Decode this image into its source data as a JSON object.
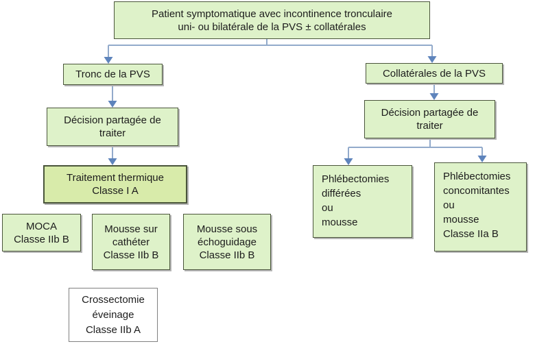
{
  "figure": {
    "kind": "clinical-decision-flowchart",
    "language": "fr"
  },
  "boxes": {
    "root": {
      "lines": [
        "Patient symptomatique avec incontinence tronculaire",
        "uni- ou bilatérale de la PVS ± collatérales"
      ]
    },
    "tronc": {
      "lines": [
        "Tronc de la PVS"
      ]
    },
    "decision_left": {
      "lines": [
        "Décision partagée de",
        "traiter"
      ]
    },
    "thermique": {
      "lines": [
        "Traitement thermique",
        "Classe I A"
      ]
    },
    "moca": {
      "lines": [
        "MOCA",
        "Classe IIb B"
      ]
    },
    "mousse_catheter": {
      "lines": [
        "Mousse sur",
        "cathéter",
        "Classe IIb B"
      ]
    },
    "mousse_echo": {
      "lines": [
        "Mousse sous",
        "échoguidage",
        "Classe IIb B"
      ]
    },
    "crossectomie": {
      "lines": [
        "Crossectomie",
        "éveinage",
        "Classe IIb A"
      ]
    },
    "collaterales": {
      "lines": [
        "Collatérales de la PVS"
      ]
    },
    "decision_right": {
      "lines": [
        "Décision partagée de",
        "traiter"
      ]
    },
    "phleb_differees": {
      "lines": [
        "Phlébectomies",
        "différées",
        "ou",
        "mousse"
      ]
    },
    "phleb_concomitantes": {
      "lines": [
        "Phlébectomies",
        "concomitantes",
        "ou",
        "mousse",
        "Classe IIa B"
      ]
    }
  },
  "edges": [
    {
      "from": "root",
      "to": "tronc"
    },
    {
      "from": "root",
      "to": "collaterales"
    },
    {
      "from": "tronc",
      "to": "decision_left"
    },
    {
      "from": "decision_left",
      "to": "thermique"
    },
    {
      "from": "collaterales",
      "to": "decision_right"
    },
    {
      "from": "decision_right",
      "to": "phleb_differees"
    },
    {
      "from": "decision_right",
      "to": "phleb_concomitantes"
    }
  ],
  "colors": {
    "box_fill": "#def2c9",
    "highlight_fill": "#d8ebaa",
    "box_border": "#49543a",
    "white_box_fill": "#ffffff",
    "white_box_border": "#808080",
    "connector_line": "#92aacb",
    "connector_arrow": "#5e84bc",
    "text": "#1c1c1c"
  }
}
